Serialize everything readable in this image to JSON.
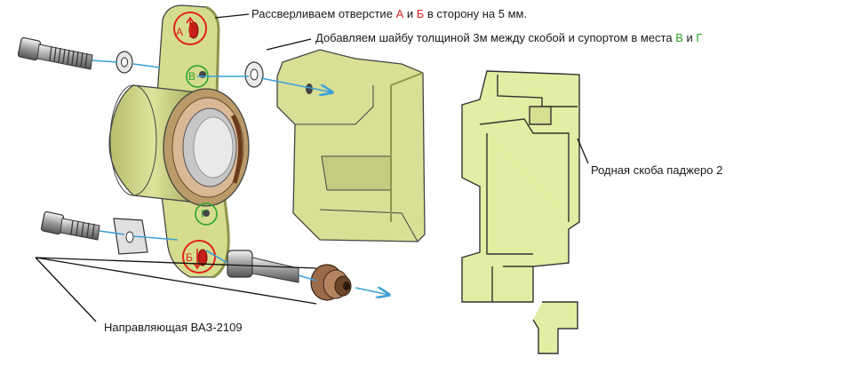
{
  "annotations": {
    "drill": {
      "before": "Рассверливаем отверстие",
      "mark_a": "А",
      "and": "и",
      "mark_b": "Б",
      "after": "в сторону на 5 мм."
    },
    "washer": {
      "before": "Добавляем шайбу толщиной 3м между скобой и супортом",
      "places": "в места",
      "mark_v": "В",
      "and": "и",
      "mark_g": "Г"
    },
    "bracket_label": "Родная скоба паджеро 2",
    "guide_label": "Направляющая ВАЗ-2109"
  },
  "hole_labels": {
    "a": "А",
    "b": "Б",
    "v": "В",
    "g": "Г"
  },
  "colors": {
    "part_fill": "#d6dc8e",
    "part_shade": "#a9ae5e",
    "bracket_fill": "#e3eda3",
    "arrow": "#3aa0d8",
    "mark_red": "#e0231c",
    "mark_green": "#2aa52a",
    "seal": "#9c6b4a"
  }
}
